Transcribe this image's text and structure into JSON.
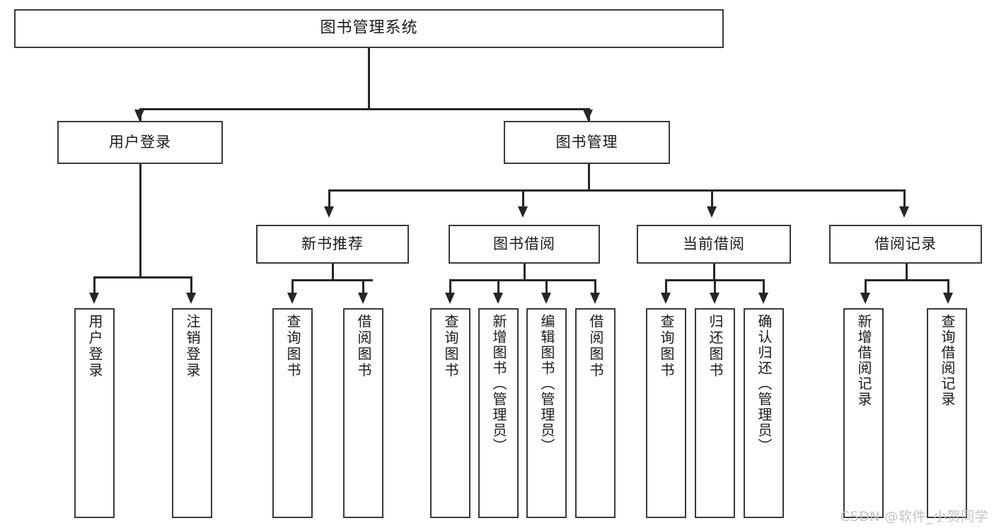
{
  "diagram": {
    "title": "图书管理系统",
    "root": {
      "label": "图书管理系统"
    },
    "level2": [
      {
        "label": "用户登录"
      },
      {
        "label": "图书管理"
      }
    ],
    "level3": [
      {
        "label": "新书推荐"
      },
      {
        "label": "图书借阅"
      },
      {
        "label": "当前借阅"
      },
      {
        "label": "借阅记录"
      }
    ],
    "leaves": {
      "user_login": [
        {
          "label": "用户登录"
        },
        {
          "label": "注销登录"
        }
      ],
      "new_book_recommend": [
        {
          "label": "查询图书"
        },
        {
          "label": "借阅图书"
        }
      ],
      "book_borrow": [
        {
          "label": "查询图书"
        },
        {
          "label": "新增图书（管理员）"
        },
        {
          "label": "编辑图书（管理员）"
        },
        {
          "label": "借阅图书"
        }
      ],
      "current_borrow": [
        {
          "label": "查询图书"
        },
        {
          "label": "归还图书"
        },
        {
          "label": "确认归还（管理员）"
        }
      ],
      "borrow_record": [
        {
          "label": "新增借阅记录"
        },
        {
          "label": "查询借阅记录"
        }
      ]
    }
  },
  "watermark": {
    "text": "CSDN @软件_小贺同学"
  },
  "colors": {
    "box_border": "#3a3a3a",
    "connector": "#262626",
    "background": "#ffffff",
    "watermark": "#c3c3c3"
  }
}
